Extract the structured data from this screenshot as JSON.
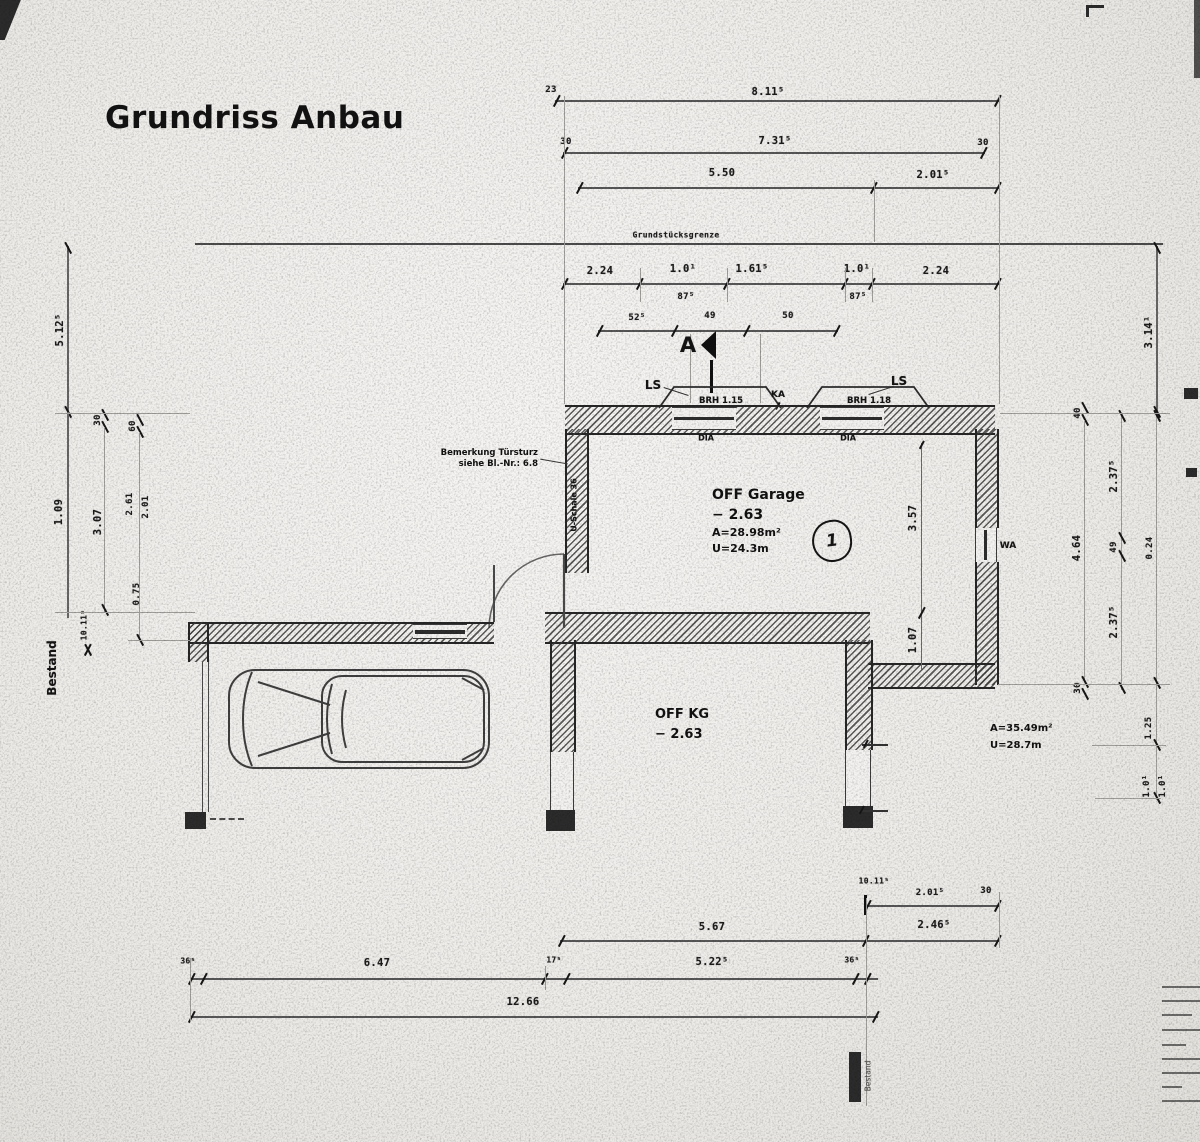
{
  "title": "Grundriss Anbau",
  "boundary": {
    "label": "Grundstücksgrenze"
  },
  "marker": {
    "label": "A"
  },
  "rooms": {
    "garage": {
      "name": "OFF Garage",
      "level": "− 2.63",
      "area": "A=28.98m²",
      "perimeter": "U=24.3m",
      "number": "1"
    },
    "kg": {
      "name": "OFF KG",
      "level": "− 2.63"
    },
    "outdoor": {
      "area": "A=35.49m²",
      "perimeter": "U=28.7m"
    }
  },
  "ann": {
    "ls_left": "LS",
    "ls_right": "LS",
    "ka": "KA",
    "wa": "WA",
    "brh_left": "BRH 1.15",
    "brh_right": "BRH 1.18",
    "dia_left": "DIA",
    "dia_right": "DIA",
    "u_schale": "U-Schale 36",
    "note1": "Bemerkung Türsturz",
    "note2": "siehe Bl.-Nr.: 6.8",
    "bestand_left": "Bestand",
    "bestand_bottom": "Bestand"
  },
  "dims": {
    "t1a": "23",
    "t1b": "8.11⁵",
    "t2a": "30",
    "t2b": "7.31⁵",
    "t2c": "30",
    "t3a": "5.50",
    "t3b": "2.01⁵",
    "c1": "2.24",
    "c2": "1.0¹",
    "c3": "1.61⁵",
    "c4": "1.0¹",
    "c5": "2.24",
    "c6": "87⁵",
    "c7": "87⁵",
    "s1": "52⁵",
    "s2": "49",
    "s3": "50",
    "g1": "3.57",
    "g2": "1.07",
    "l1": "5.12⁵",
    "l2": "1.09",
    "l3": "30",
    "l4": "3.07",
    "l5": "60",
    "l6": "2.61",
    "l7": "2.01",
    "l8": "0.75",
    "l9": "10.11⁵",
    "r1": "3.14¹",
    "r2": "40",
    "r3": "4.64",
    "r4": "30",
    "r5": "2.37⁵",
    "r6": "49",
    "r7": "2.37⁵",
    "r8": "0.24",
    "r9": "1.25",
    "r10": "1.0¹",
    "r11": "1.0¹",
    "b1": "10.11⁵",
    "b2": "2.01⁵",
    "b3": "30",
    "b4": "5.67",
    "b5": "2.46⁵",
    "b6": "36⁵",
    "b7": "6.47",
    "b8": "17⁵",
    "b9": "5.22⁵",
    "b10": "36⁵",
    "b11": "12.66"
  }
}
